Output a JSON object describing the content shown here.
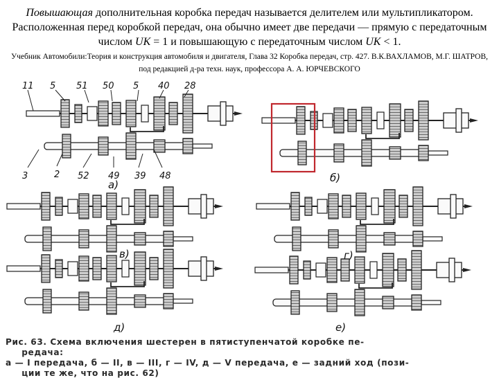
{
  "header": {
    "intro_term": "Повышающая",
    "intro_rest1": " дополнительная коробка передач называется делителем или мультипликатором. Расположенная перед коробкой передач, она обычно имеет две передачи — прямую с передаточным числом ",
    "uk1": "UK",
    "intro_rest2": " = 1 и повышающую с передаточным числом ",
    "uk2": "UK",
    "intro_rest3": " < 1.",
    "source": "Учебник Автомобили:Теория и конструкция автомобиля и двигателя, Глава 32 Коробка передач, стр. 427.  В.К.ВАХЛАМОВ, М.Г. ШАТРОВ, под редакцией  д-ра техн. наук, профессора А. А. ЮРЧЕВСКОГО"
  },
  "diagram": {
    "part_labels_top": [
      "11",
      "5",
      "51",
      "50",
      "5",
      "40",
      "28"
    ],
    "part_labels_bottom": [
      "3",
      "2",
      "52",
      "49",
      "39",
      "48"
    ],
    "subfigure_labels": [
      "а)",
      "б)",
      "в)",
      "г)",
      "д)",
      "е)"
    ],
    "highlight_color": "#c0272d"
  },
  "caption": {
    "line1": "Рис. 63. Схема включения шестерен в пятиступенчатой коробке пе-",
    "line2": "редача:",
    "line3": "а — I передача, б — II, в — III, г — IV, д — V передача, е — задний ход (пози-",
    "line4": "ции те же, что на рис. 62)"
  }
}
